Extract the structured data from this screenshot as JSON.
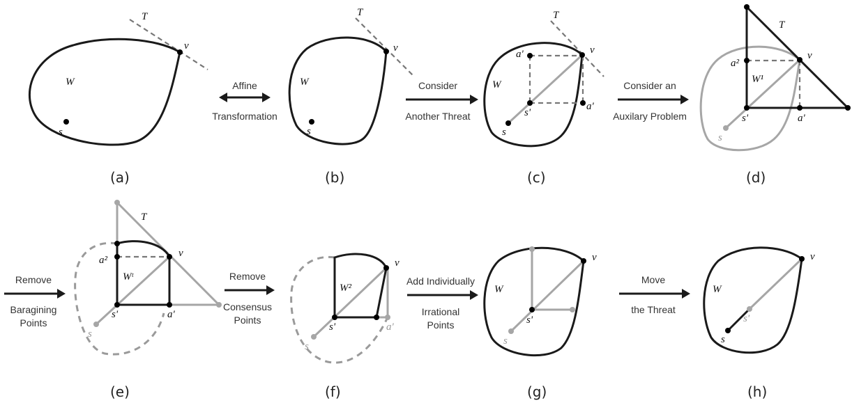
{
  "panels": {
    "a": {
      "caption": "(a)",
      "W": "W",
      "s": "s",
      "v": "v",
      "T": "T"
    },
    "b": {
      "caption": "(b)",
      "W": "W",
      "s": "s",
      "v": "v",
      "T": "T"
    },
    "c": {
      "caption": "(c)",
      "W": "W",
      "s": "s",
      "s1": "s'",
      "v": "v",
      "T": "T",
      "a1": "a'",
      "a2": "a'"
    },
    "d": {
      "caption": "(d)",
      "W1": "W¹",
      "s": "s",
      "s1": "s'",
      "v": "v",
      "T": "T",
      "a1": "a'",
      "a2": "a²"
    },
    "e": {
      "caption": "(e)",
      "Wt": "Wᵗ",
      "s": "s",
      "s1": "s'",
      "v": "v",
      "T": "T",
      "a1": "a'",
      "a2": "a²"
    },
    "f": {
      "caption": "(f)",
      "W2": "W²",
      "s": "s",
      "s1": "s'",
      "v": "v",
      "a1": "a'"
    },
    "g": {
      "caption": "(g)",
      "W": "W",
      "s": "s",
      "s1": "s'",
      "v": "v"
    },
    "h": {
      "caption": "(h)",
      "W": "W",
      "s": "s",
      "s1": "s'",
      "v": "v"
    }
  },
  "arrows": {
    "ab": {
      "line1": "Affine",
      "line2": "Transformation"
    },
    "bc": {
      "line1": "Consider",
      "line2": "Another Threat"
    },
    "cd": {
      "line1": "Consider an",
      "line2": "Auxilary Problem"
    },
    "ef_in": {
      "line1": "Remove",
      "line2": "Baragining",
      "line3": "Points"
    },
    "ef": {
      "line1": "Remove",
      "line2": "Consensus",
      "line3": "Points"
    },
    "fg": {
      "line1": "Add Individually",
      "line2": "Irrational",
      "line3": "Points"
    },
    "gh": {
      "line1": "Move",
      "line2": "the Threat"
    }
  }
}
